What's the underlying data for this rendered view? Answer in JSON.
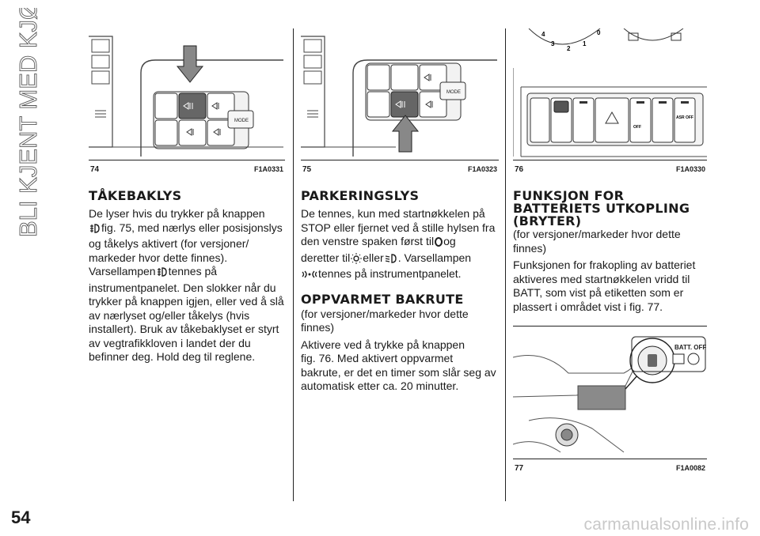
{
  "side_title": "BLI KJENT MED KJØRETØYET",
  "page_number": "54",
  "figures": {
    "fig74": {
      "number": "74",
      "code": "F1A0331",
      "label_mode": "MODE"
    },
    "fig75": {
      "number": "75",
      "code": "F1A0323",
      "label_mode": "MODE"
    },
    "fig76": {
      "number": "76",
      "code": "F1A0330",
      "gauge_digits": [
        "4",
        "3",
        "2",
        "1",
        "0"
      ],
      "asr_label": "ASR OFF",
      "off_label": "OFF"
    },
    "fig77": {
      "number": "77",
      "code": "F1A0082",
      "batt_label": "BATT. OFF"
    }
  },
  "col1": {
    "heading": "TÅKEBAKLYS",
    "p1_a": "De lyser hvis du trykker på knappen",
    "p1_b": "fig. 75, med nærlys eller posisjonslys",
    "p1_c": "og tåkelys aktivert (for versjoner/",
    "p1_d": "markeder hvor dette finnes).",
    "p1_e": "Varsellampen",
    "p1_f": "tennes på",
    "p1_g": "instrumentpanelet. Den slokker når du",
    "p1_h": "trykker på knappen igjen, eller ved å slå",
    "p1_i": "av nærlyset og/eller tåkelys (hvis",
    "p1_j": "installert). Bruk av tåkebaklyset er styrt",
    "p1_k": "av vegtrafikkloven i landet der du",
    "p1_l": "befinner deg. Hold deg til reglene."
  },
  "col2": {
    "heading1": "PARKERINGSLYS",
    "p1_a": "De tennes, kun med startnøkkelen på",
    "p1_b": "STOP eller fjernet ved å stille hylsen fra",
    "p1_c": "den venstre spaken først til",
    "p1_c2": "og",
    "p1_d": "deretter til",
    "p1_d2": "eller",
    "p1_d3": ". Varsellampen",
    "p1_e": "tennes på instrumentpanelet.",
    "heading2": "OPPVARMET BAKRUTE",
    "p2": "(for versjoner/markeder hvor dette",
    "p2b": "finnes)",
    "p3_a": "Aktivere ved å trykke på knappen",
    "p3_b": "fig. 76. Med aktivert oppvarmet",
    "p3_c": "bakrute, er det en timer som slår seg av",
    "p3_d": "automatisk etter ca. 20 minutter."
  },
  "col3": {
    "heading_a": "FUNKSJON FOR",
    "heading_b": "BATTERIETS UTKOPLING",
    "heading_c": "(BRYTER)",
    "p1_a": "(for versjoner/markeder hvor dette",
    "p1_b": "finnes)",
    "p2_a": "Funksjonen for frakopling av batteriet",
    "p2_b": "aktiveres med startnøkkelen vridd til",
    "p2_c": "BATT, som vist på etiketten som er",
    "p2_d": "plassert i området vist i fig. 77."
  },
  "watermark": "carmanualsonline.info"
}
